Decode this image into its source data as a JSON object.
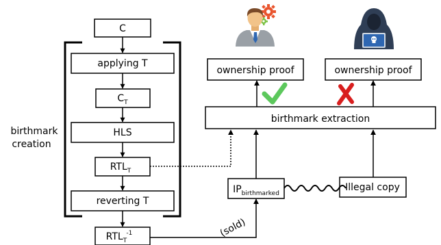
{
  "flow": {
    "c": "C",
    "applying": "applying T",
    "ct": {
      "base": "C",
      "sub": "T"
    },
    "hls": "HLS",
    "rtl": {
      "base": "RTL",
      "sub": "T"
    },
    "reverting": "reverting T",
    "rtl_final": {
      "base": "RTL",
      "sub": "T",
      "sup": "-1"
    }
  },
  "side_label": {
    "line1": "birthmark",
    "line2": "creation"
  },
  "right": {
    "owner_proof": "ownership proof",
    "attacker_proof": "ownership proof",
    "extraction": "birthmark extraction",
    "ip": {
      "base": "IP",
      "sub": "birthmarked"
    },
    "illegal": "Illegal copy",
    "sold": "(sold)"
  },
  "icons": {
    "owner": "businessman-with-gears-icon",
    "attacker": "hooded-hacker-icon",
    "check": "green-check-icon",
    "cross": "red-cross-icon"
  },
  "colors": {
    "check": "#5cc85c",
    "cross": "#d81e1e",
    "gear": "#e9542d",
    "hacker": "#2f3e55",
    "skin": "#f2c389"
  }
}
